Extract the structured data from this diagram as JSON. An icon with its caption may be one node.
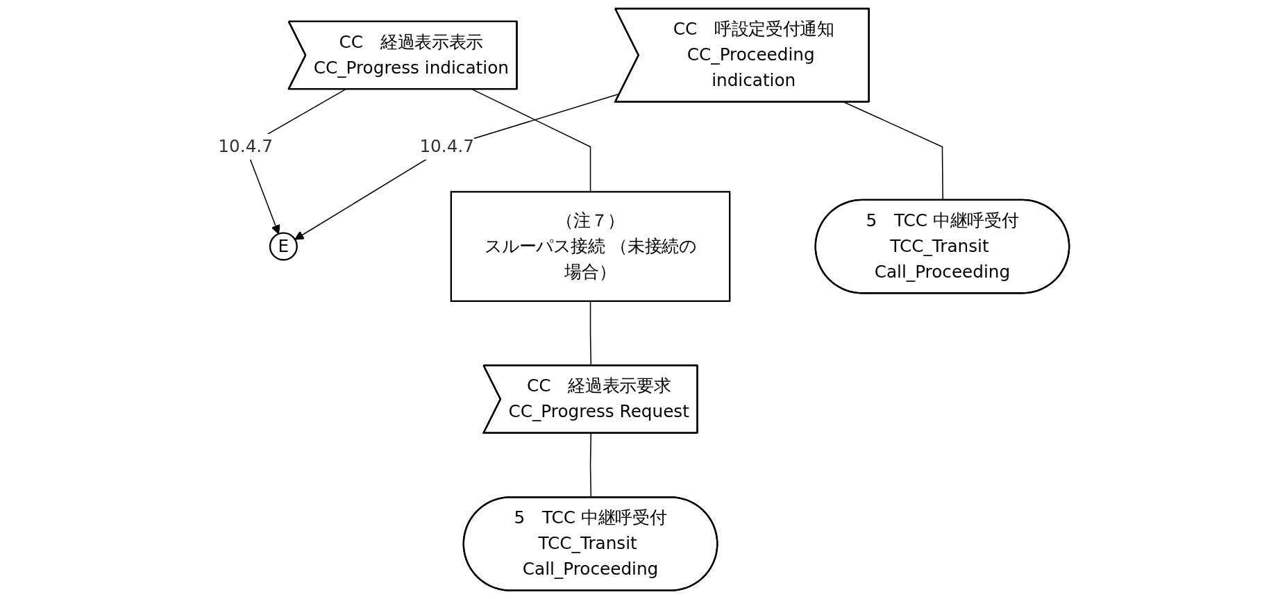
{
  "diagram": {
    "nodes": [
      {
        "text": [
          "E"
        ]
      },
      {
        "text": [
          "CC　経過表示表示",
          "CC_Progress indication"
        ]
      },
      {
        "text": [
          "（注７）",
          "スルーパス接続 （未接続の場合）"
        ]
      },
      {
        "text": [
          "CC　経過表示要求",
          "CC_Progress Request"
        ]
      },
      {
        "text": [
          "5　TCC 中継呼受付",
          "TCC_Transit Call_Proceeding"
        ]
      },
      {
        "text": [
          "CC　呼設定受付通知",
          "CC_Proceeding indication"
        ]
      },
      {
        "text": [
          "5　TCC 中継呼受付",
          "TCC_Transit Call_Proceeding"
        ]
      }
    ],
    "edges": [
      {
        "from": 1,
        "to": 0,
        "arrow": "to",
        "label": "10.4.7"
      },
      {
        "from": 5,
        "to": 0,
        "arrow": "to",
        "label": "10.4.7"
      },
      {
        "from": 1,
        "to": 2,
        "arrow": "none"
      },
      {
        "from": 2,
        "to": 3,
        "arrow": "none"
      },
      {
        "from": 3,
        "to": 4,
        "arrow": "none"
      },
      {
        "from": 5,
        "to": 6,
        "arrow": "none"
      }
    ]
  }
}
